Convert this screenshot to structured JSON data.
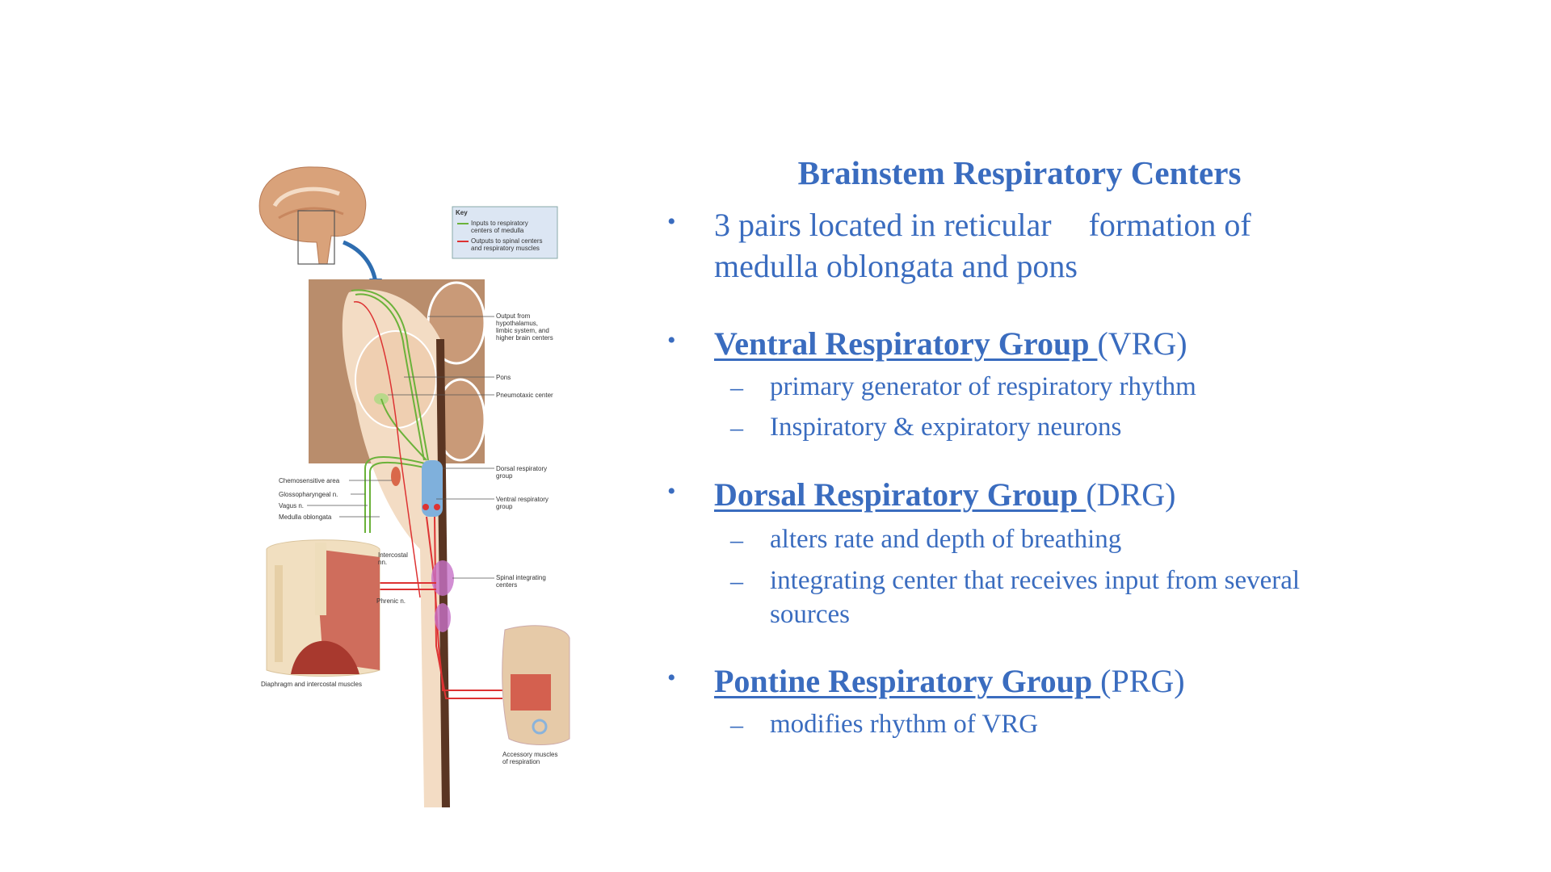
{
  "slide": {
    "title": "Brainstem Respiratory Centers",
    "bullets": [
      {
        "line1": "3 pairs located in reticular",
        "line1b": "formation of",
        "line2": "medulla oblongata and pons"
      },
      {
        "heading": "Ventral Respiratory Group ",
        "abbr": "(VRG)",
        "subs": [
          "primary generator of respiratory rhythm",
          "Inspiratory & expiratory neurons"
        ]
      },
      {
        "heading": "Dorsal Respiratory Group ",
        "abbr": "(DRG)",
        "subs": [
          "alters rate and depth of breathing",
          "integrating center that receives input from several",
          "sources"
        ]
      },
      {
        "heading": "Pontine Respiratory Group ",
        "abbr": "(PRG)",
        "subs": [
          "modifies rhythm of VRG"
        ]
      }
    ],
    "bullet_char": "•",
    "dash_char": "–",
    "text_color": "#3a6cbf"
  },
  "figure": {
    "key": {
      "title": "Key",
      "inputs_1": "Inputs to respiratory",
      "inputs_2": "centers of medulla",
      "outputs_1": "Outputs to spinal centers",
      "outputs_2": "and respiratory muscles"
    },
    "labels": {
      "output_1": "Output from",
      "output_2": "hypothalamus,",
      "output_3": "limbic system, and",
      "output_4": "higher brain centers",
      "pons": "Pons",
      "pneumotaxic": "Pneumotaxic center",
      "dorsal_1": "Dorsal respiratory",
      "dorsal_2": "group",
      "ventral_1": "Ventral respiratory",
      "ventral_2": "group",
      "chemosensitive": "Chemosensitive area",
      "glossopharyngeal": "Glossopharyngeal n.",
      "vagus": "Vagus n.",
      "medulla": "Medulla oblongata",
      "intercostal_1": "Intercostal",
      "intercostal_2": "nn.",
      "phrenic": "Phrenic n.",
      "spinal_1": "Spinal integrating",
      "spinal_2": "centers",
      "diaphragm": "Diaphragm and intercostal muscles",
      "accessory_1": "Accessory muscles",
      "accessory_2": "of respiration"
    }
  }
}
